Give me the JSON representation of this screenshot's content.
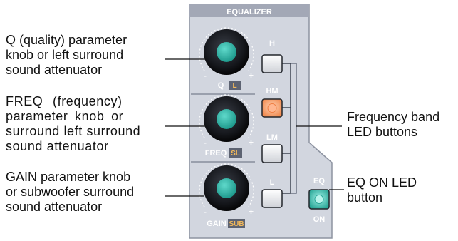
{
  "panel": {
    "title": "EQUALIZER"
  },
  "knobs": [
    {
      "name": "Q",
      "alt": "L",
      "minus": "-",
      "plus": "+"
    },
    {
      "name": "FREQ",
      "alt": "SL",
      "minus": "-",
      "plus": "+"
    },
    {
      "name": "GAIN",
      "alt": "SUB",
      "minus": "-",
      "plus": "+"
    }
  ],
  "band_buttons": [
    {
      "label": "H",
      "lit": false
    },
    {
      "label": "HM",
      "lit": true
    },
    {
      "label": "LM",
      "lit": false
    },
    {
      "label": "L",
      "lit": false
    }
  ],
  "eq_button": {
    "top_label": "EQ",
    "bottom_label": "ON"
  },
  "callouts": {
    "q": [
      "Q (quality) parameter",
      "knob or left surround",
      "sound attenuator"
    ],
    "freq": [
      "FREQ (frequency)",
      "parameter knob or",
      "surround left surround",
      "sound attenuator"
    ],
    "gain": [
      "GAIN parameter knob",
      "or subwoofer surround",
      "sound attenuator"
    ],
    "band": [
      "Frequency band",
      "LED buttons"
    ],
    "eq": [
      "EQ ON LED",
      "button"
    ]
  },
  "colors": {
    "panel": "#d2d6df",
    "panel_edge": "#8d93a1",
    "header": "#a3a8b6",
    "knob_cap": "#2bb3a5",
    "led_on": "#f5a06e",
    "eq_led": "#3ec3b4",
    "alt_label_bg": "#5d6372",
    "alt_label_text": "#f3b95a"
  }
}
